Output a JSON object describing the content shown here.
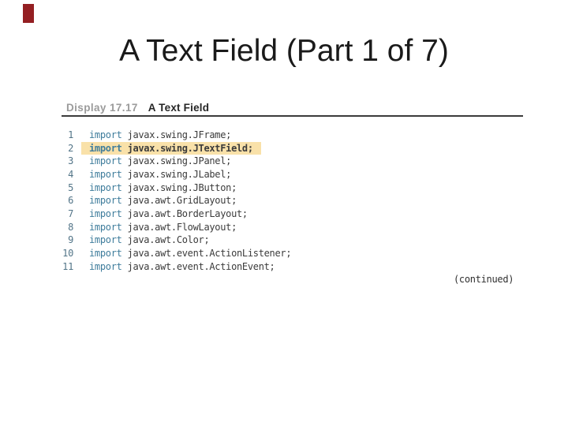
{
  "slide": {
    "title": "A Text Field (Part 1 of 7)",
    "continued_label": "(continued)"
  },
  "display_panel": {
    "label": "Display 17.17",
    "heading": "A Text Field",
    "highlighted_line_number": 2,
    "code_lines": [
      {
        "num": "1",
        "keyword": "import",
        "rest": "javax.swing.JFrame;"
      },
      {
        "num": "2",
        "keyword": "import",
        "rest": "javax.swing.JTextField;"
      },
      {
        "num": "3",
        "keyword": "import",
        "rest": "javax.swing.JPanel;"
      },
      {
        "num": "4",
        "keyword": "import",
        "rest": "javax.swing.JLabel;"
      },
      {
        "num": "5",
        "keyword": "import",
        "rest": "javax.swing.JButton;"
      },
      {
        "num": "6",
        "keyword": "import",
        "rest": "java.awt.GridLayout;"
      },
      {
        "num": "7",
        "keyword": "import",
        "rest": "java.awt.BorderLayout;"
      },
      {
        "num": "8",
        "keyword": "import",
        "rest": "java.awt.FlowLayout;"
      },
      {
        "num": "9",
        "keyword": "import",
        "rest": "java.awt.Color;"
      },
      {
        "num": "10",
        "keyword": "import",
        "rest": "java.awt.event.ActionListener;"
      },
      {
        "num": "11",
        "keyword": "import",
        "rest": "java.awt.event.ActionEvent;"
      }
    ]
  },
  "colors": {
    "accent_red": "#941f22",
    "keyword_blue": "#3f7d9c",
    "line_number_teal": "#527487",
    "highlight_yellow": "#f9e1a9",
    "label_gray": "#9b9b9b",
    "code_text": "#3b3b3b"
  }
}
